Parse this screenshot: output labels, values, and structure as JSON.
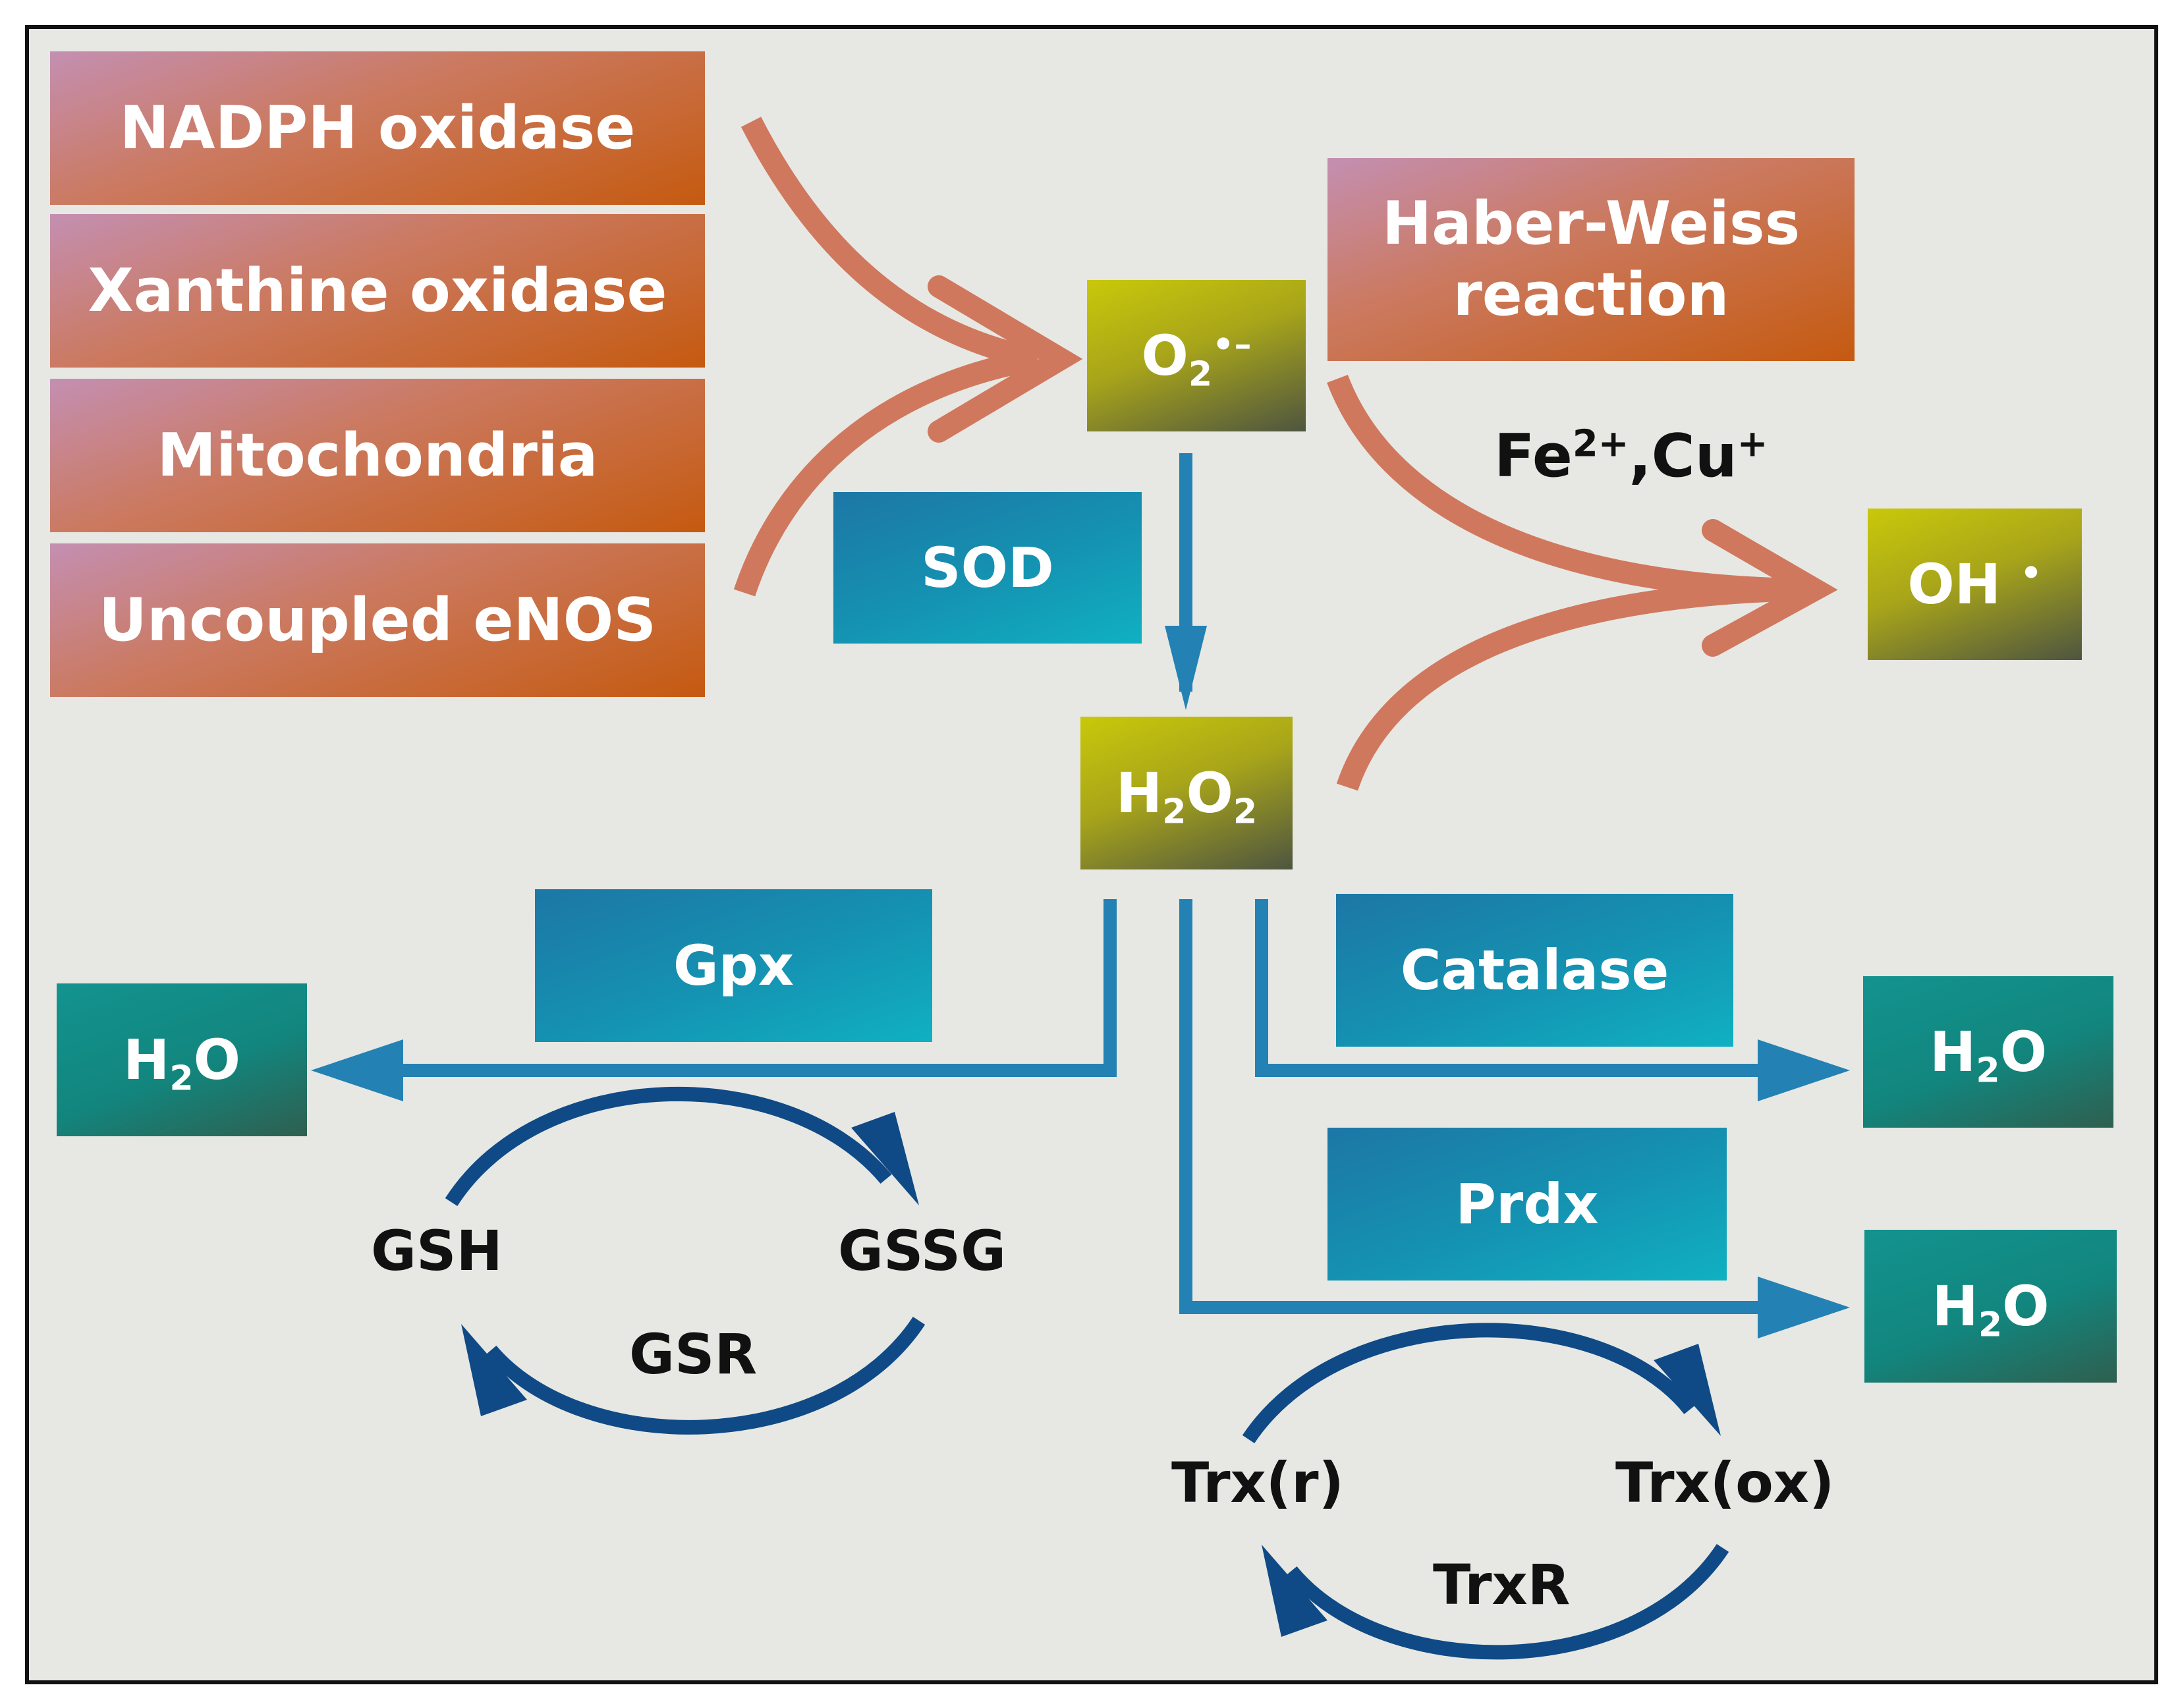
{
  "sources": {
    "nadph": "NADPH oxidase",
    "xanthine": "Xanthine oxidase",
    "mito": "Mitochondria",
    "enos": "Uncoupled eNOS"
  },
  "superoxide": {
    "base": "O",
    "sub": "2",
    "sup": "•–"
  },
  "haber_weiss": {
    "line1": "Haber-Weiss",
    "line2": "reaction"
  },
  "metals": {
    "fe": "Fe",
    "fe_sup": "2+",
    "sep": ",",
    "cu": "Cu",
    "cu_sup": "+"
  },
  "hydroxyl": {
    "base": "OH",
    "sup": "•"
  },
  "sod": "SOD",
  "h2o2": {
    "h": "H",
    "h_sub": "2",
    "o": "O",
    "o_sub": "2"
  },
  "gpx": "Gpx",
  "catalase": "Catalase",
  "prdx": "Prdx",
  "water": {
    "h": "H",
    "sub": "2",
    "o": "O"
  },
  "glutathione": {
    "gsh": "GSH",
    "gssg": "GSSG",
    "gsr": "GSR"
  },
  "thioredoxin": {
    "reduced": "Trx(r)",
    "oxidized": "Trx(ox)",
    "reductase": "TrxR"
  },
  "colors": {
    "source_arrow": "#d0785e",
    "enzyme_arrow": "#2481b3",
    "cycle_arrow": "#0f4a86",
    "background": "#e7e8e3"
  }
}
